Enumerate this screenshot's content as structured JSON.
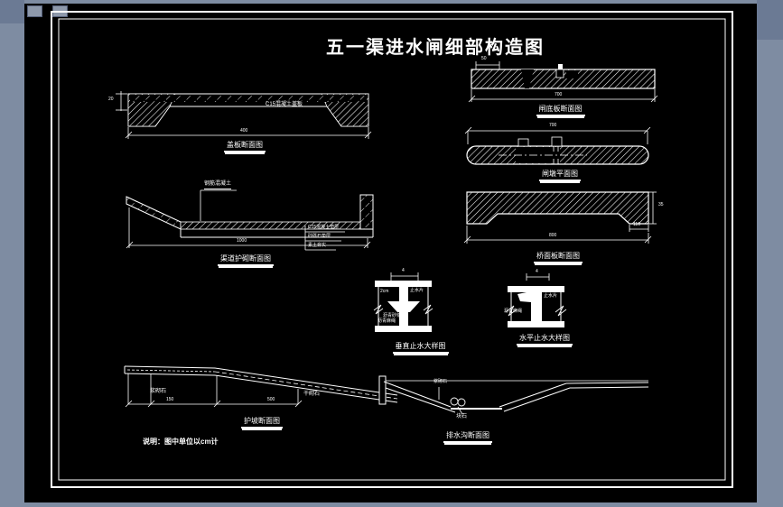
{
  "colors": {
    "background": "#7e8ca2",
    "chrome_dark": "#6b7a94",
    "canvas": "#000000",
    "line": "#ffffff"
  },
  "title": "五一渠进水闸细部构造图",
  "note": "说明：图中单位以cm计",
  "drawings": {
    "cover_slab": {
      "caption": "盖板断面图",
      "material_label": "C15混凝土盖板",
      "dim_width": "400",
      "dim_thickness": "20"
    },
    "channel_lining": {
      "caption": "渠道护砌断面图",
      "material_label": "钢筋混凝土",
      "layer_labels": [
        "C15混凝土垫层",
        "砂砾石垫层",
        "素土夯实"
      ],
      "dim_width": "1000"
    },
    "floor_slab": {
      "caption": "闸底板断面图",
      "dim_width": "700",
      "dim_small": "50"
    },
    "pier_plan": {
      "caption": "闸墩平面图",
      "dim_width": "700"
    },
    "bridge_slab": {
      "caption": "桥面板断面图",
      "dim_width": "800",
      "dim_leg": "110",
      "dim_height": "35"
    },
    "waterstop_vertical": {
      "caption": "垂直止水大样图",
      "dim_top": "4",
      "label_left": "2cm",
      "label_right": "止水片",
      "label_mid1": "沥青砂浆",
      "label_mid2": "沥青麻绳"
    },
    "waterstop_horizontal": {
      "caption": "水平止水大样图",
      "dim_top": "4",
      "label_right": "止水片",
      "label_left": "沥青麻绳"
    },
    "slope_protection": {
      "caption": "护坡断面图",
      "label_left": "浆砌石",
      "label_right": "干砌石",
      "dim_a": "150",
      "dim_b": "500"
    },
    "drain": {
      "caption": "排水沟断面图",
      "label_top": "浆砌石",
      "label_bottom": "块石"
    }
  }
}
